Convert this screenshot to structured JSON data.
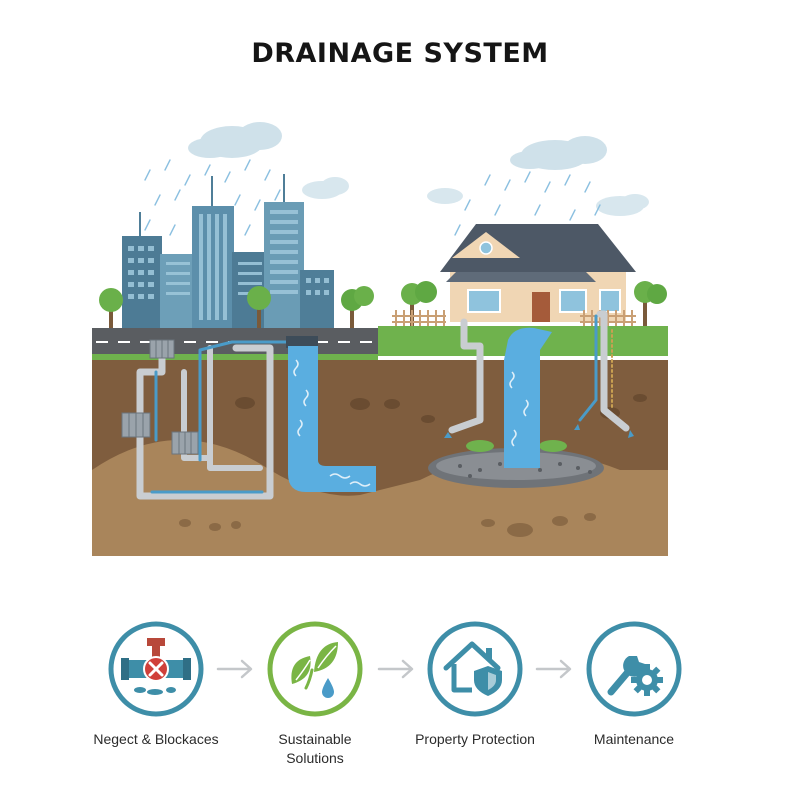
{
  "title": "DRAINAGE SYSTEM",
  "steps": [
    {
      "label": "Negect & Blockaces",
      "icon": "blocked-pipe-icon",
      "color": "#3e8ea8"
    },
    {
      "label": "Sustainable\nSolutions",
      "icon": "leaf-drop-icon",
      "color": "#7ab545"
    },
    {
      "label": "Property Protection",
      "icon": "house-shield-icon",
      "color": "#3e8ea8"
    },
    {
      "label": "Maintenance",
      "icon": "wrench-gear-icon",
      "color": "#3e8ea8"
    }
  ],
  "colors": {
    "water": "#5aaee0",
    "soil": "#7f5d3e",
    "soil_light": "#a9855b",
    "grass": "#6fb24d",
    "road": "#5a5d61",
    "pipe": "#c9cdd1",
    "building": "#4f7e98",
    "accent_teal": "#3e8ea8",
    "accent_green": "#7ab545"
  }
}
